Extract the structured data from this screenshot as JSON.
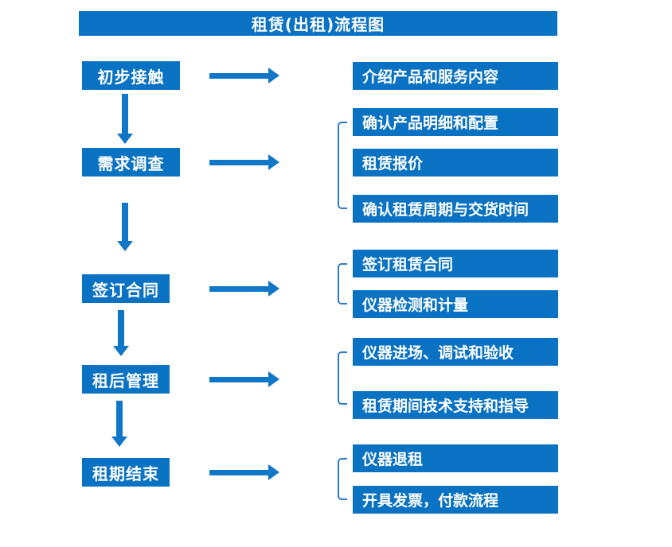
{
  "title": "租赁(出租)流程图",
  "colors": {
    "primary_blue": "#0a72c2",
    "arrow_blue": "#1076c8",
    "bracket_blue": "#2f7ac5",
    "text": "#ffffff",
    "background": "#ffffff"
  },
  "diagram_type": "flowchart",
  "stages": [
    {
      "label": "初步接触",
      "outputs": [
        "介绍产品和服务内容"
      ]
    },
    {
      "label": "需求调查",
      "outputs": [
        "确认产品明细和配置",
        "租赁报价",
        "确认租赁周期与交货时间"
      ]
    },
    {
      "label": "签订合同",
      "outputs": [
        "签订租赁合同",
        "仪器检测和计量"
      ]
    },
    {
      "label": "租后管理",
      "outputs": [
        "仪器进场、调试和验收",
        "租赁期间技术支持和指导"
      ]
    },
    {
      "label": "租期结束",
      "outputs": [
        "仪器退租",
        "开具发票，付款流程"
      ]
    }
  ]
}
